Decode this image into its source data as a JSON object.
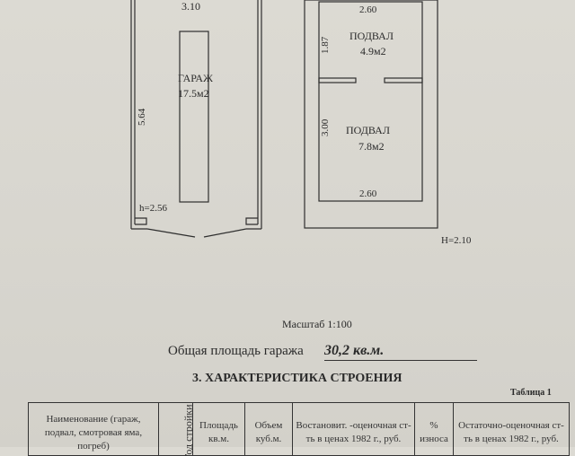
{
  "plan": {
    "garage": {
      "label": "ГАРАЖ",
      "area": "17.5м2",
      "width_dim": "3.10",
      "length_dim": "5.64",
      "height": "h=2.56"
    },
    "basement_upper": {
      "label": "ПОДВАЛ",
      "area": "4.9м2",
      "width_dim": "2.60",
      "length_dim": "1.87"
    },
    "basement_lower": {
      "label": "ПОДВАЛ",
      "area": "7.8м2",
      "width_dim": "2.60",
      "length_dim": "3.00"
    },
    "basement_height": "H=2.10"
  },
  "scale": "Масштаб 1:100",
  "total_area": {
    "label": "Общая площадь гаража",
    "value": "30,2 кв.м."
  },
  "section_title": "3. ХАРАКТЕРИСТИКА СТРОЕНИЯ",
  "table_caption": "Таблица 1",
  "table": {
    "headers": [
      "Наименование (гараж, подвал, смотровая яма, погреб)",
      "Год стройки",
      "Площадь кв.м.",
      "Объем куб.м.",
      "Востановит. -оценочная ст-ть в ценах 1982 г., руб.",
      "% износа",
      "Остаточно-оценочная ст-ть в ценах 1982 г., руб."
    ]
  }
}
